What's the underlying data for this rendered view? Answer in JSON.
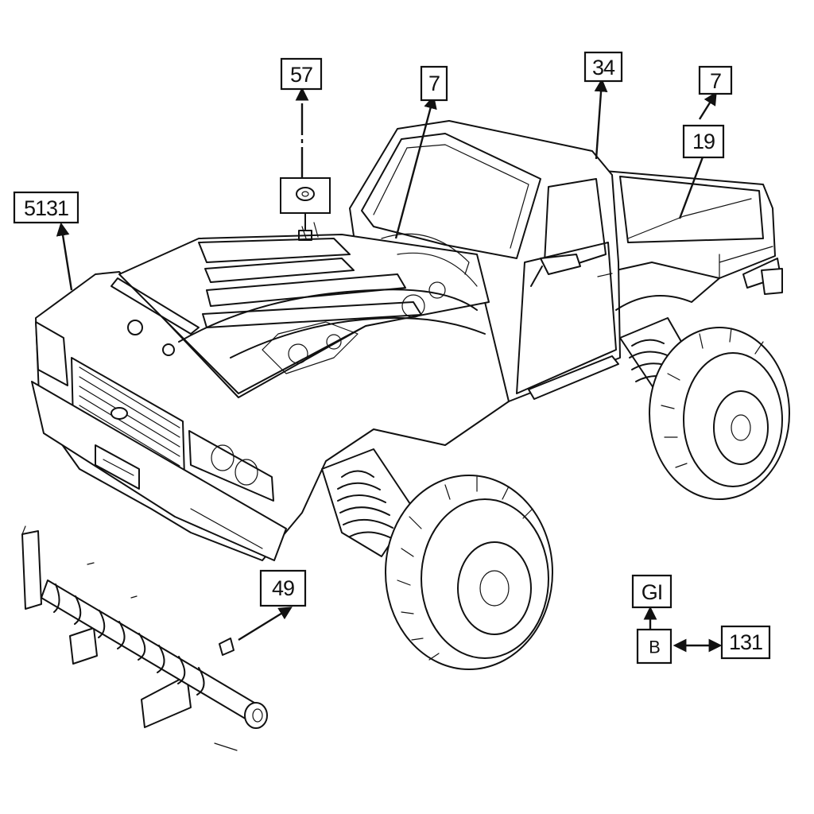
{
  "callouts": {
    "c57": "57",
    "c7": "7",
    "c34": "34",
    "c7r": "7",
    "c19": "19",
    "c5131": "5131",
    "c49": "49",
    "cG1": "GI",
    "cB": "B",
    "c131": "131"
  },
  "colors": {
    "ink": "#111111",
    "paper": "#ffffff"
  }
}
